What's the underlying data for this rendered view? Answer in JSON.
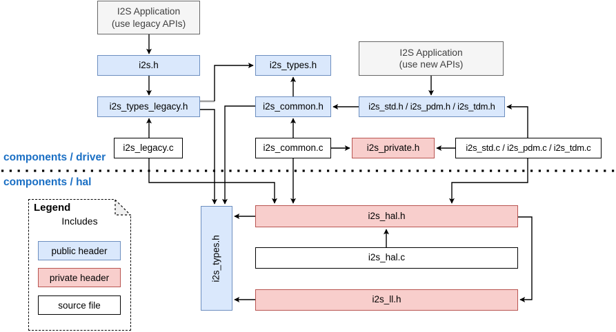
{
  "sections": {
    "driver": "components / driver",
    "hal": "components / hal"
  },
  "nodes": {
    "app_legacy": {
      "line1": "I2S Application",
      "line2": "(use legacy APIs)"
    },
    "app_new": {
      "line1": "I2S Application",
      "line2": "(use new APIs)"
    },
    "i2s_h": {
      "label": "i2s.h"
    },
    "i2s_types_legacy_h": {
      "label": "i2s_types_legacy.h"
    },
    "i2s_legacy_c": {
      "label": "i2s_legacy.c"
    },
    "i2s_types_h": {
      "label": "i2s_types.h"
    },
    "i2s_common_h": {
      "label": "i2s_common.h"
    },
    "i2s_common_c": {
      "label": "i2s_common.c"
    },
    "i2s_std_pdm_tdm_h": {
      "label": "i2s_std.h / i2s_pdm.h / i2s_tdm.h"
    },
    "i2s_private_h": {
      "label": "i2s_private.h"
    },
    "i2s_std_pdm_tdm_c": {
      "label": "i2s_std.c / i2s_pdm.c / i2s_tdm.c"
    },
    "hal_i2s_types_h": {
      "label": "i2s_types.h"
    },
    "i2s_hal_h": {
      "label": "i2s_hal.h"
    },
    "i2s_hal_c": {
      "label": "i2s_hal.c"
    },
    "i2s_ll_h": {
      "label": "i2s_ll.h"
    }
  },
  "legend": {
    "title": "Legend",
    "arrow_label": "Includes",
    "public_header": "public header",
    "private_header": "private header",
    "source_file": "source file"
  },
  "colors": {
    "public_header_fill": "#dae8fc",
    "public_header_stroke": "#6c8ebf",
    "private_header_fill": "#f8cecc",
    "private_header_stroke": "#b85450",
    "app_box_fill": "#f5f5f5",
    "app_box_stroke": "#666666",
    "source_file_stroke": "#000000",
    "section_label": "#1a6fc4",
    "connector": "#000000"
  },
  "edges": [
    {
      "from": "app_legacy",
      "to": "i2s_h"
    },
    {
      "from": "i2s_h",
      "to": "i2s_types_legacy_h"
    },
    {
      "from": "i2s_legacy_c",
      "to": "i2s_types_legacy_h"
    },
    {
      "from": "i2s_types_legacy_h",
      "to": "i2s_types_h"
    },
    {
      "from": "i2s_types_legacy_h",
      "to": "hal_i2s_types_h"
    },
    {
      "from": "i2s_common_h",
      "to": "i2s_types_h"
    },
    {
      "from": "i2s_common_c",
      "to": "i2s_common_h"
    },
    {
      "from": "i2s_common_h",
      "to": "hal_i2s_types_h"
    },
    {
      "from": "app_new",
      "to": "i2s_std_pdm_tdm_h"
    },
    {
      "from": "i2s_std_pdm_tdm_h",
      "to": "i2s_common_h"
    },
    {
      "from": "i2s_common_c",
      "to": "i2s_private_h"
    },
    {
      "from": "i2s_std_pdm_tdm_c",
      "to": "i2s_private_h"
    },
    {
      "from": "i2s_std_pdm_tdm_c",
      "to": "i2s_std_pdm_tdm_h"
    },
    {
      "from": "i2s_legacy_c",
      "to": "i2s_hal_h"
    },
    {
      "from": "i2s_common_c",
      "to": "i2s_hal_h"
    },
    {
      "from": "i2s_std_pdm_tdm_c",
      "to": "i2s_hal_h"
    },
    {
      "from": "i2s_hal_c",
      "to": "i2s_hal_h"
    },
    {
      "from": "i2s_hal_h",
      "to": "i2s_ll_h"
    },
    {
      "from": "i2s_hal_h",
      "to": "hal_i2s_types_h"
    },
    {
      "from": "i2s_ll_h",
      "to": "hal_i2s_types_h"
    }
  ]
}
